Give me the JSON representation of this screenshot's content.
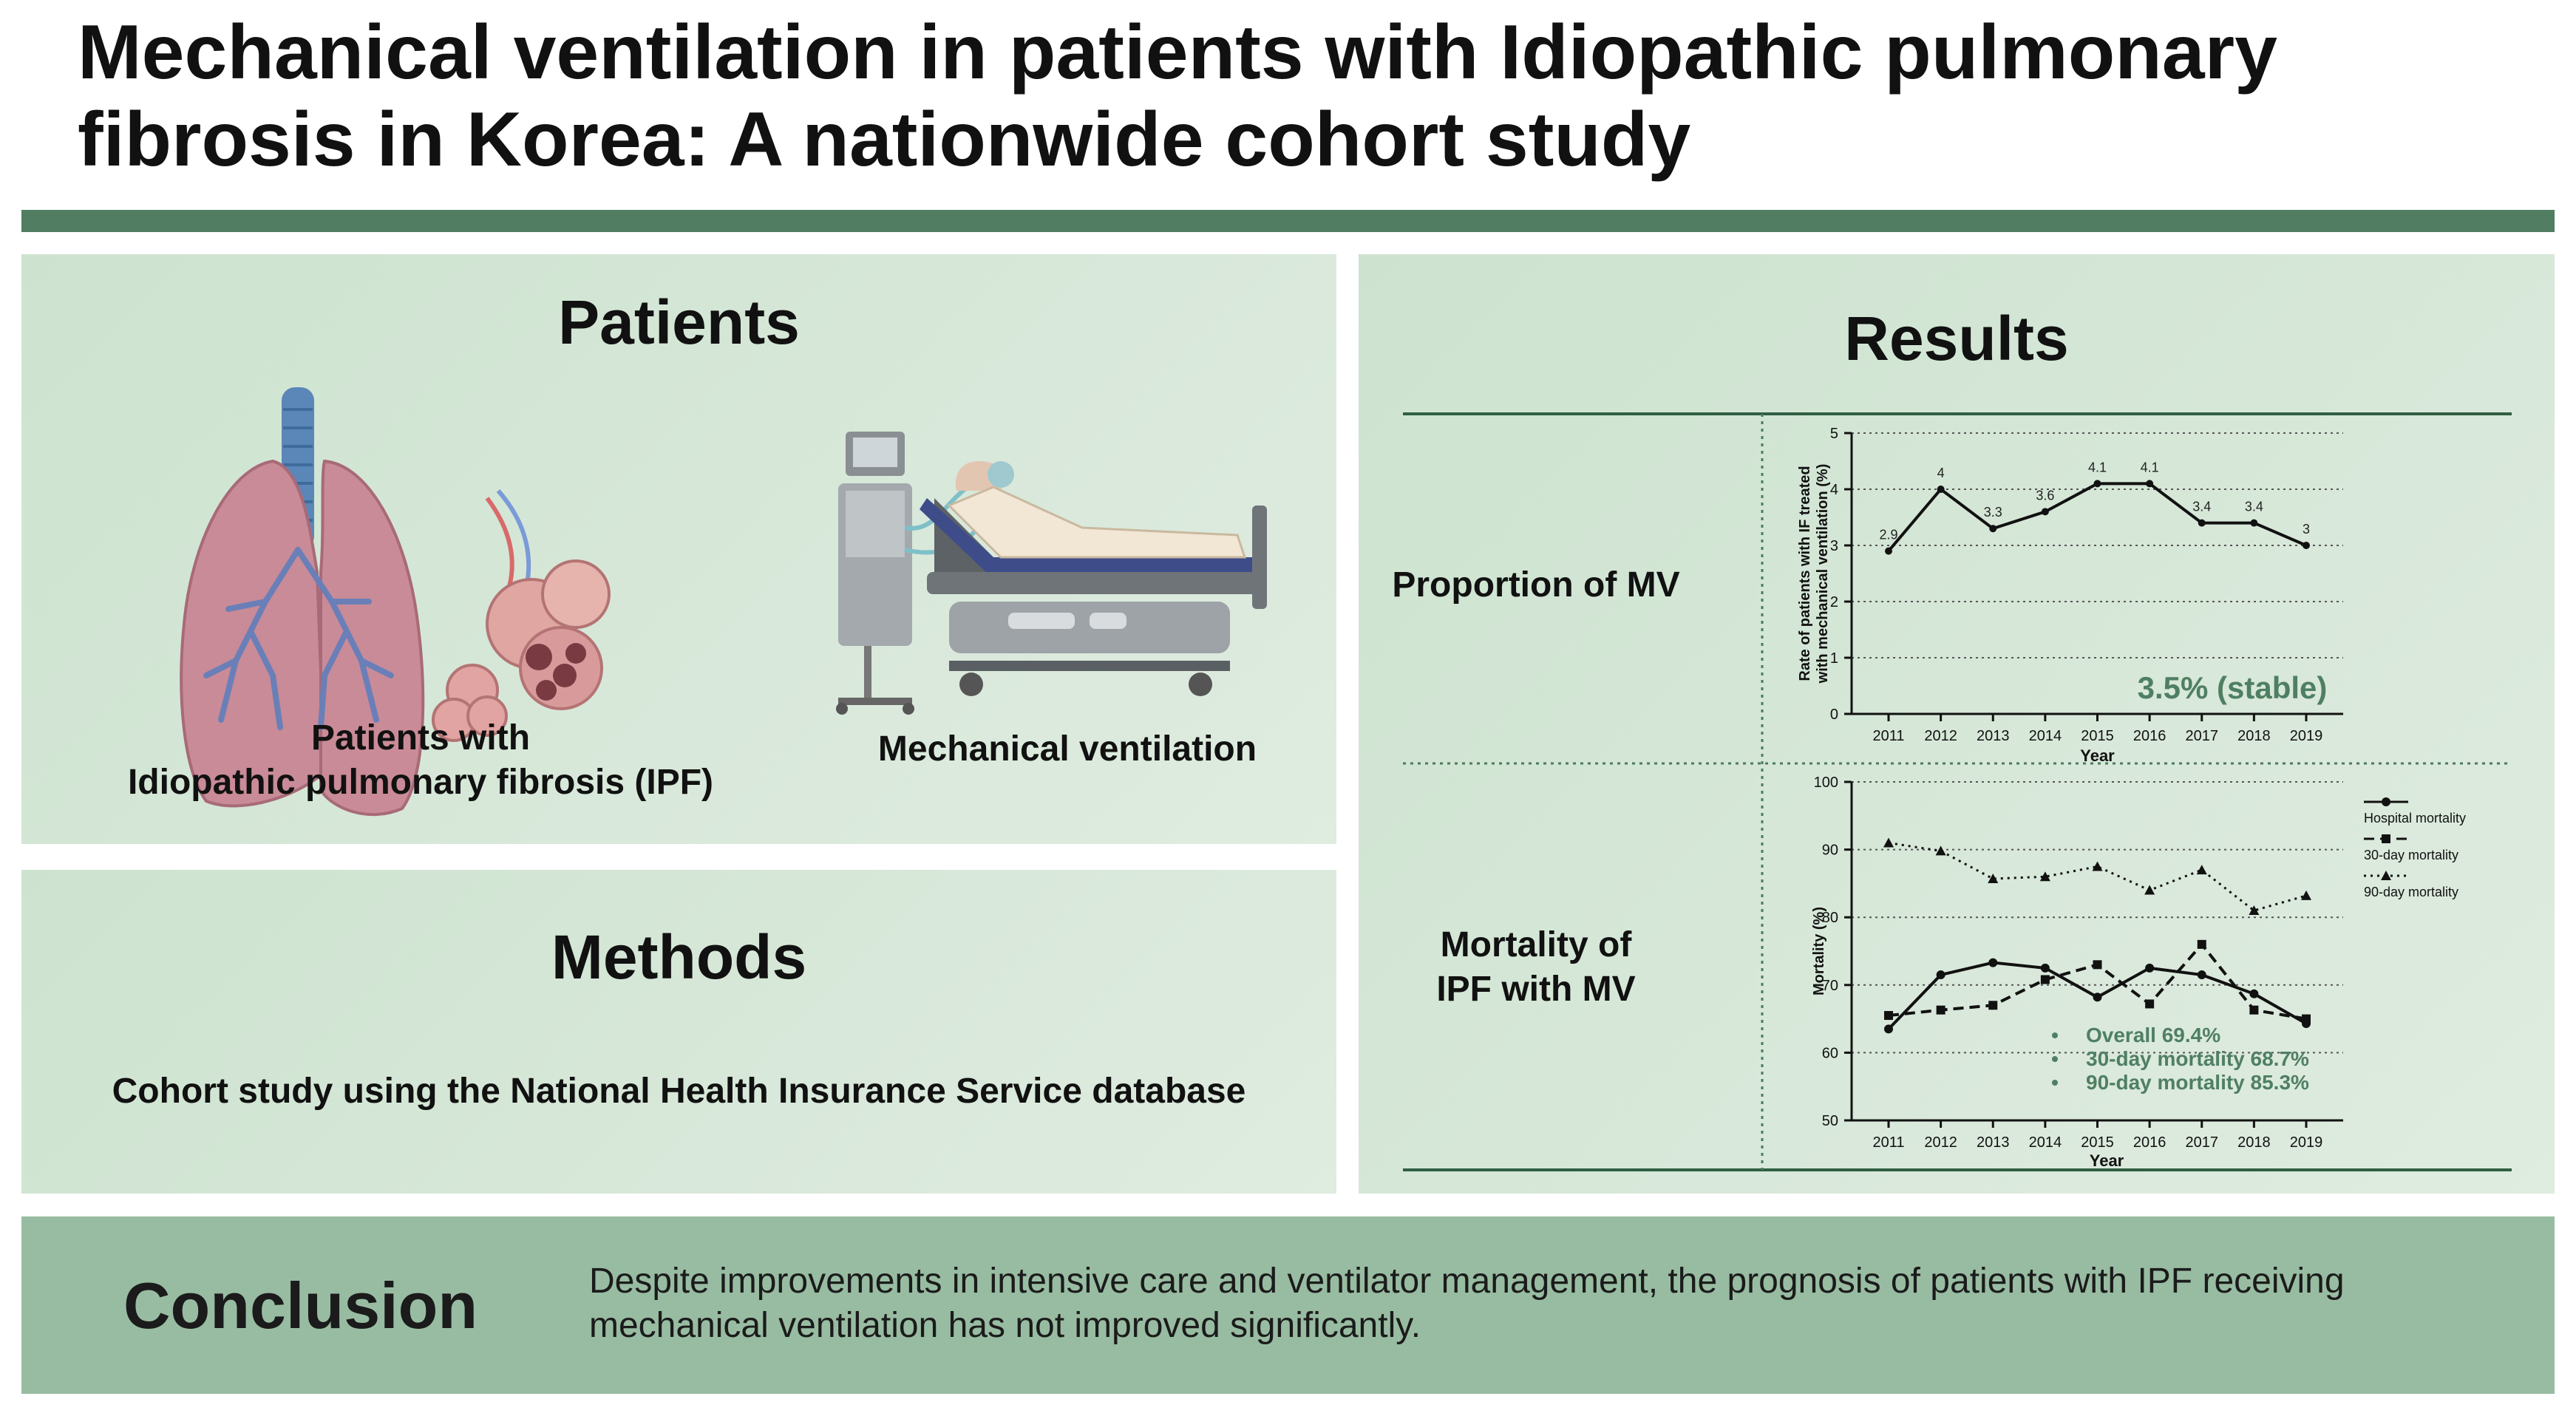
{
  "title": "Mechanical ventilation in patients with Idiopathic pulmonary fibrosis in Korea: A nationwide cohort study",
  "patients": {
    "heading": "Patients",
    "left_caption_line1": "Patients with",
    "left_caption_line2": "Idiopathic pulmonary fibrosis (IPF)",
    "right_caption": "Mechanical ventilation"
  },
  "methods": {
    "heading": "Methods",
    "text": "Cohort study using the National Health Insurance Service database"
  },
  "results": {
    "heading": "Results",
    "row1_label": "Proportion of MV",
    "row2_label_line1": "Mortality of",
    "row2_label_line2": "IPF with MV"
  },
  "conclusion": {
    "heading": "Conclusion",
    "text": "Despite improvements in intensive care and ventilator management, the prognosis of patients with IPF receiving mechanical ventilation has not improved significantly."
  },
  "colors": {
    "header_bar": "#517d62",
    "panel_bg": "#d6e7d8",
    "conclusion_bg": "#98bca2",
    "highlight_text": "#4f7f63"
  },
  "chart_data": [
    {
      "type": "line",
      "x": [
        "2011",
        "2012",
        "2013",
        "2014",
        "2015",
        "2016",
        "2017",
        "2018",
        "2019"
      ],
      "series": [
        {
          "values": [
            2.9,
            4.0,
            3.3,
            3.6,
            4.1,
            4.1,
            3.4,
            3.4,
            3.0
          ]
        }
      ],
      "data_labels": [
        "2.9",
        "4",
        "3.3",
        "3.6",
        "4.1",
        "4.1",
        "3.4",
        "3.4",
        "3"
      ],
      "xlabel": "Year",
      "ylabel": "Rate of patients with IF treated with mechanical ventilation (%)",
      "ylim": [
        0,
        5
      ],
      "yticks": [
        "0",
        "1",
        "2",
        "3",
        "4",
        "5"
      ],
      "grid": true,
      "annotation": "3.5% (stable)"
    },
    {
      "type": "line",
      "x": [
        "2011",
        "2012",
        "2013",
        "2014",
        "2015",
        "2016",
        "2017",
        "2018",
        "2019"
      ],
      "series": [
        {
          "name": "Hospital mortality",
          "style": "solid",
          "marker": "circle",
          "values": [
            63.5,
            71.5,
            73.3,
            72.5,
            68.2,
            72.5,
            71.5,
            68.7,
            64.3
          ]
        },
        {
          "name": "30-day mortality",
          "style": "dashed",
          "marker": "square",
          "values": [
            65.5,
            66.3,
            67.0,
            70.8,
            73.0,
            67.2,
            76.0,
            66.3,
            65.0
          ]
        },
        {
          "name": "90-day mortality",
          "style": "dotted",
          "marker": "triangle",
          "values": [
            91.0,
            89.8,
            85.7,
            86.0,
            87.5,
            84.0,
            87.0,
            81.0,
            83.2
          ]
        }
      ],
      "xlabel": "Year",
      "ylabel": "Mortality (%)",
      "ylim": [
        50,
        100
      ],
      "yticks": [
        "50",
        "60",
        "70",
        "80",
        "90",
        "100"
      ],
      "grid": true,
      "legend": "top-right",
      "annotations": [
        "Overall 69.4%",
        "30-day mortality 68.7%",
        "90-day mortality 85.3%"
      ]
    }
  ]
}
